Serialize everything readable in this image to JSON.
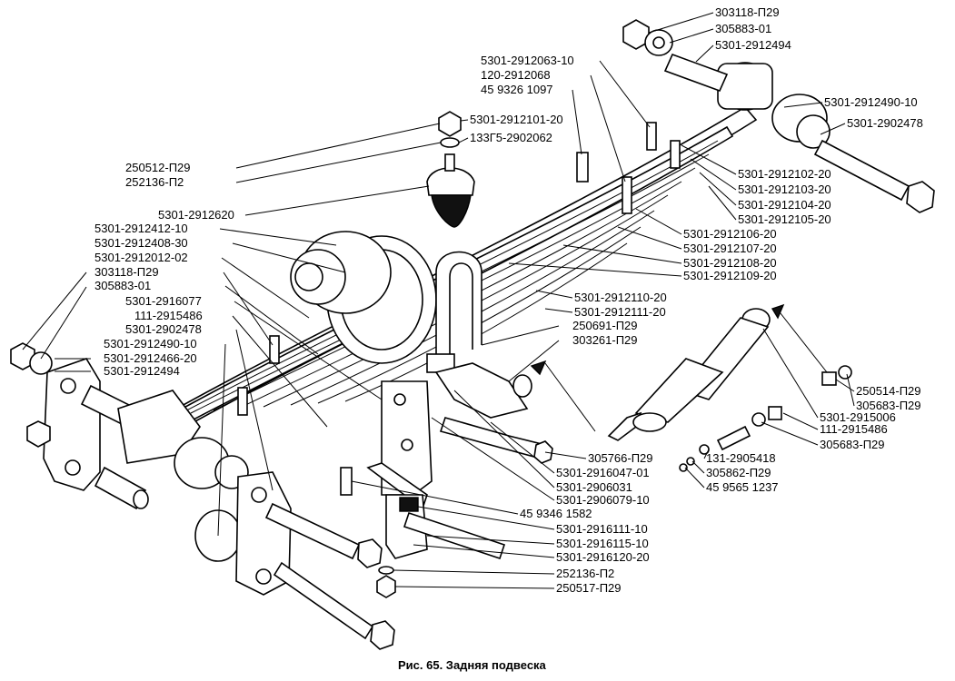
{
  "caption": "Рис. 65. Задняя подвеска",
  "labels": [
    {
      "id": "l01",
      "text": "303118-П29"
    },
    {
      "id": "l02",
      "text": "305883-01"
    },
    {
      "id": "l03",
      "text": "5301-2912494"
    },
    {
      "id": "l04",
      "text": "5301-2912063-10"
    },
    {
      "id": "l05",
      "text": "120-2912068"
    },
    {
      "id": "l06",
      "text": "45 9326 1097"
    },
    {
      "id": "l07",
      "text": "5301-2912490-10"
    },
    {
      "id": "l08",
      "text": "5301-2912101-20"
    },
    {
      "id": "l09",
      "text": "5301-2902478"
    },
    {
      "id": "l10",
      "text": "133Г5-2902062"
    },
    {
      "id": "l11",
      "text": "250512-П29"
    },
    {
      "id": "l12",
      "text": "5301-2912102-20"
    },
    {
      "id": "l13",
      "text": "252136-П2"
    },
    {
      "id": "l14",
      "text": "5301-2912103-20"
    },
    {
      "id": "l15",
      "text": "5301-2912104-20"
    },
    {
      "id": "l16",
      "text": "5301-2912620"
    },
    {
      "id": "l17",
      "text": "5301-2912105-20"
    },
    {
      "id": "l18",
      "text": "5301-2912412-10"
    },
    {
      "id": "l19",
      "text": "5301-2912106-20"
    },
    {
      "id": "l20",
      "text": "5301-2912408-30"
    },
    {
      "id": "l21",
      "text": "5301-2912107-20"
    },
    {
      "id": "l22",
      "text": "5301-2912012-02"
    },
    {
      "id": "l23",
      "text": "5301-2912108-20"
    },
    {
      "id": "l24",
      "text": "303118-П29"
    },
    {
      "id": "l25",
      "text": "5301-2912109-20"
    },
    {
      "id": "l26",
      "text": "305883-01"
    },
    {
      "id": "l27",
      "text": "5301-2916077"
    },
    {
      "id": "l28",
      "text": "5301-2912110-20"
    },
    {
      "id": "l29",
      "text": "111-2915486"
    },
    {
      "id": "l30",
      "text": "5301-2912111-20"
    },
    {
      "id": "l31",
      "text": "5301-2902478"
    },
    {
      "id": "l32",
      "text": "250691-П29"
    },
    {
      "id": "l33",
      "text": "5301-2912490-10"
    },
    {
      "id": "l34",
      "text": "303261-П29"
    },
    {
      "id": "l35",
      "text": "5301-2912466-20"
    },
    {
      "id": "l36",
      "text": "5301-2912494"
    },
    {
      "id": "l37",
      "text": "250514-П29"
    },
    {
      "id": "l38",
      "text": "305683-П29"
    },
    {
      "id": "l39",
      "text": "5301-2915006"
    },
    {
      "id": "l40",
      "text": "111-2915486"
    },
    {
      "id": "l41",
      "text": "305683-П29"
    },
    {
      "id": "l42",
      "text": "305766-П29"
    },
    {
      "id": "l43",
      "text": "131-2905418"
    },
    {
      "id": "l44",
      "text": "5301-2916047-01"
    },
    {
      "id": "l45",
      "text": "305862-П29"
    },
    {
      "id": "l46",
      "text": "5301-2906031"
    },
    {
      "id": "l47",
      "text": "45 9565 1237"
    },
    {
      "id": "l48",
      "text": "5301-2906079-10"
    },
    {
      "id": "l49",
      "text": "45 9346 1582"
    },
    {
      "id": "l50",
      "text": "5301-2916111-10"
    },
    {
      "id": "l51",
      "text": "5301-2916115-10"
    },
    {
      "id": "l52",
      "text": "5301-2916120-20"
    },
    {
      "id": "l53",
      "text": "252136-П2"
    },
    {
      "id": "l54",
      "text": "250517-П29"
    }
  ]
}
